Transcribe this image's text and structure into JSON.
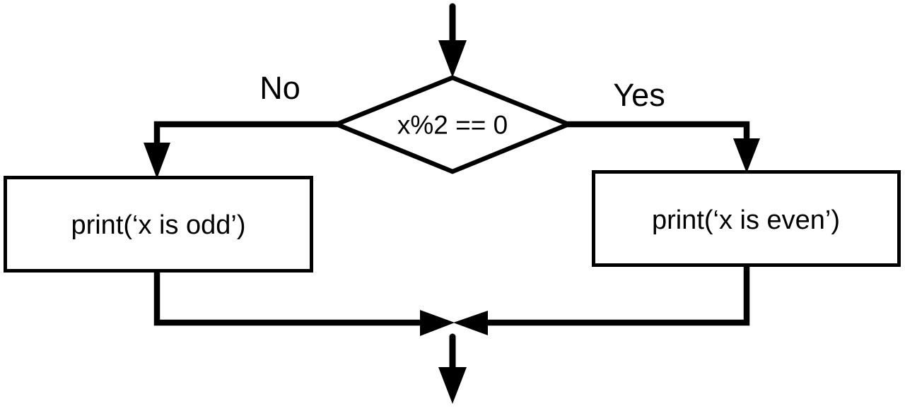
{
  "flowchart": {
    "decision": {
      "shape": "diamond",
      "label": "x%2 == 0"
    },
    "branch_no": {
      "label": "No"
    },
    "branch_yes": {
      "label": "Yes"
    },
    "process_odd": {
      "label": "print(‘x is odd’)"
    },
    "process_even": {
      "label": "print(‘x is even’)"
    },
    "colors": {
      "stroke": "#000000",
      "node_fill": "#ffffff",
      "background": "#ffffff"
    }
  }
}
